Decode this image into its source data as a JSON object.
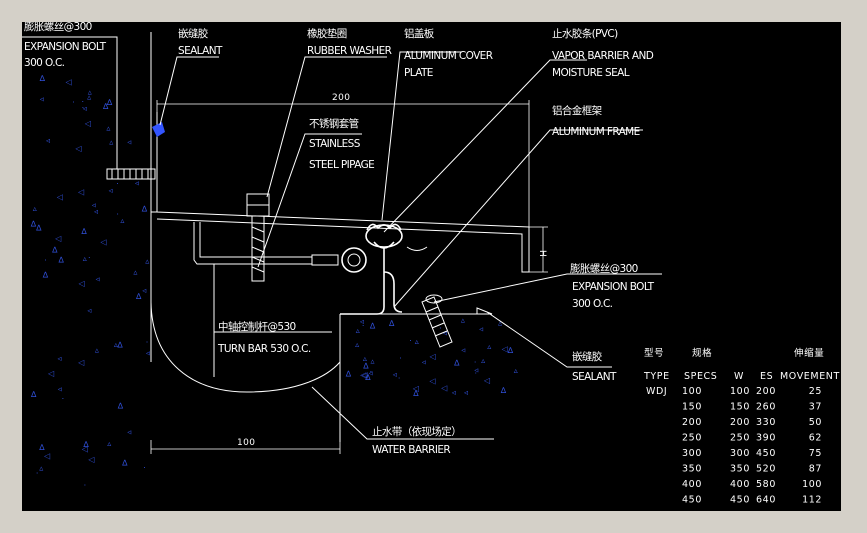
{
  "labels": {
    "expansion_bolt_top": {
      "zh": "膨胀螺丝@300",
      "en1": "EXPANSION BOLT",
      "en2": "300 O.C."
    },
    "sealant_top": {
      "zh": "嵌缝胶",
      "en": "SEALANT"
    },
    "rubber_washer": {
      "zh": "橡胶垫圈",
      "en": "RUBBER WASHER"
    },
    "aluminum_cover": {
      "zh": "铝盖板",
      "en1": "ALUMINUM COVER",
      "en2": "PLATE"
    },
    "vapor_barrier": {
      "zh": "止水胶条(PVC)",
      "en1": "VAPOR BARRIER AND",
      "en2": "MOISTURE SEAL"
    },
    "aluminum_frame": {
      "zh": "铝合金框架",
      "en": "ALUMINUM FRAME"
    },
    "stainless_pipe": {
      "zh": "不锈钢套管",
      "en1": "STAINLESS",
      "en2": "STEEL PIPAGE"
    },
    "expansion_bolt_right": {
      "zh": "膨胀螺丝@300",
      "en1": "EXPANSION BOLT",
      "en2": "300 O.C."
    },
    "turn_bar": {
      "zh": "中轴控制杆@530",
      "en": "TURN BAR 530 O.C."
    },
    "sealant_right": {
      "zh": "嵌缝胶",
      "en": "SEALANT"
    },
    "water_barrier": {
      "zh": "止水带（依现场定）",
      "en": "WATER BARRIER"
    }
  },
  "dimensions": {
    "top": "200",
    "bottom": "100",
    "right": "H"
  },
  "table": {
    "headers_zh": [
      "型号",
      "规格",
      "伸缩量"
    ],
    "headers_en": [
      "TYPE",
      "SPECS",
      "W",
      "ES",
      "MOVEMENT"
    ],
    "type": "WDJ",
    "rows": [
      [
        "100",
        "100",
        "200",
        "25"
      ],
      [
        "150",
        "150",
        "260",
        "37"
      ],
      [
        "200",
        "200",
        "330",
        "50"
      ],
      [
        "250",
        "250",
        "390",
        "62"
      ],
      [
        "300",
        "300",
        "450",
        "75"
      ],
      [
        "350",
        "350",
        "520",
        "87"
      ],
      [
        "400",
        "400",
        "580",
        "100"
      ],
      [
        "450",
        "450",
        "640",
        "112"
      ]
    ]
  },
  "colors": {
    "background": "#000000",
    "lines": "#ffffff",
    "hatch": "#2f4fd8",
    "sealant": "#3355ff",
    "frame": "#d4d0c8"
  }
}
